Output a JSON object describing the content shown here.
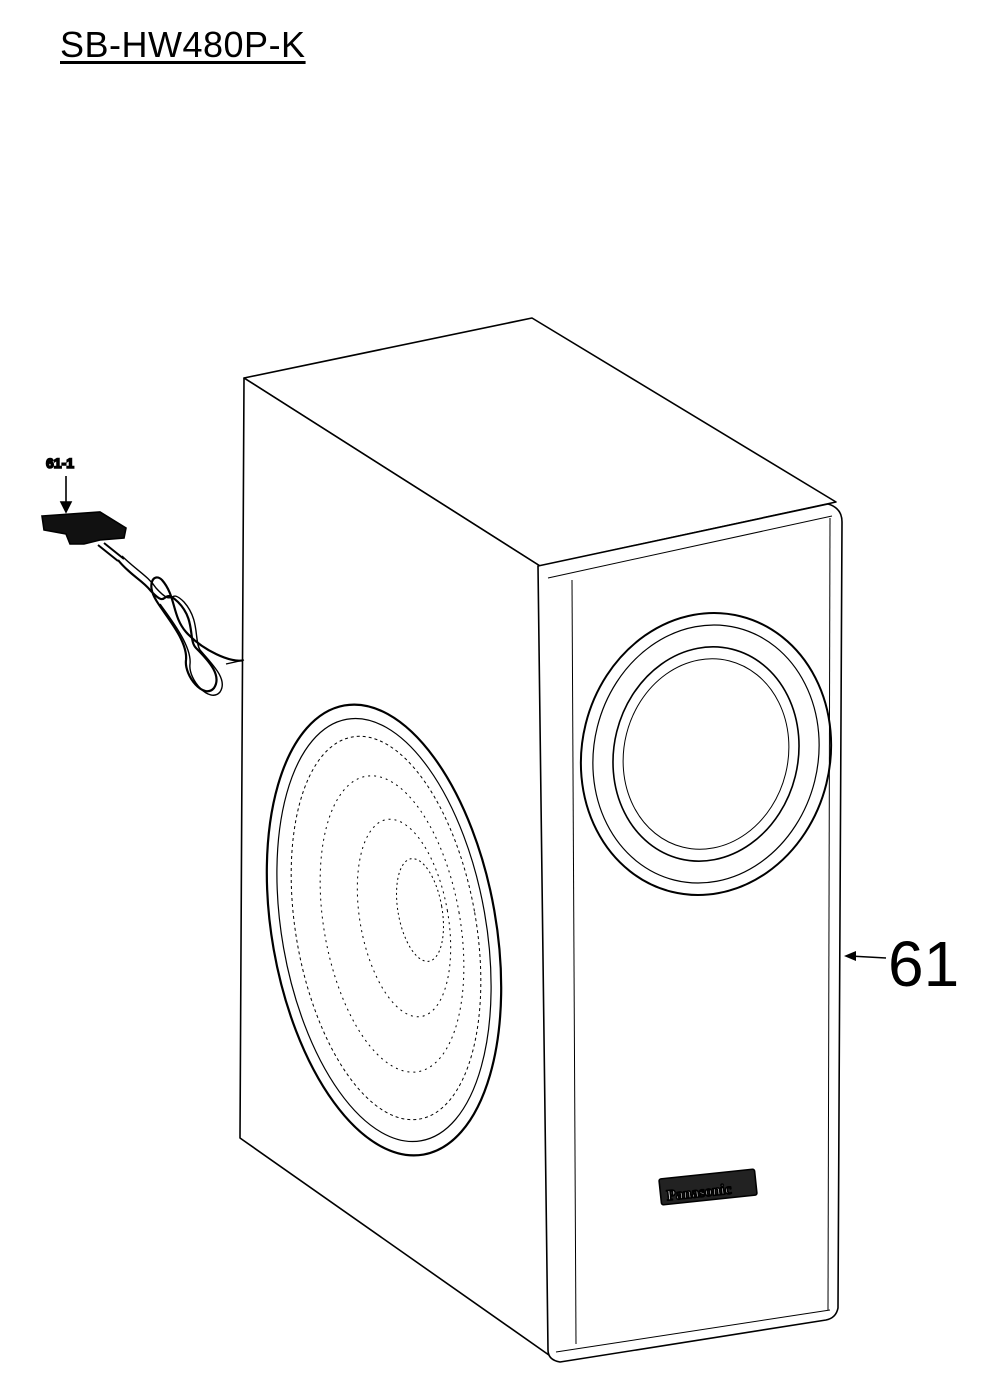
{
  "title": "SB-HW480P-K",
  "callouts": {
    "cord": "61-1",
    "speaker": "61"
  },
  "logo": "Panasonic"
}
